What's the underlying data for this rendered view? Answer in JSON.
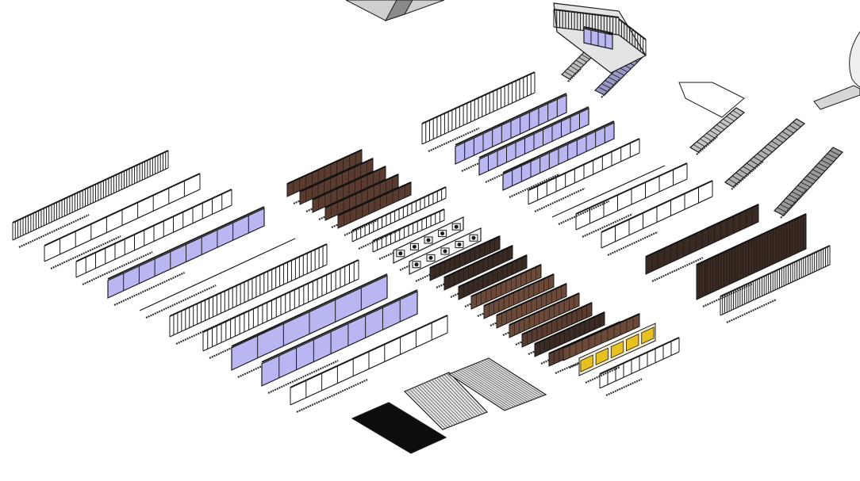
{
  "viewport": {
    "background": "#ffffff",
    "view": "3D isometric"
  },
  "palette": {
    "line": "#1a1a1a",
    "glass": "#b9b6f2",
    "dark_panel": "#3a2a24",
    "brick": "#5a3b30",
    "wood": "#6b4a3a",
    "yellow_panel": "#e8c020",
    "mass_top": "#cfcfcf",
    "mass_side": "#8a8a8a"
  },
  "families": [
    {
      "name": "railing-horizontal-bars",
      "kind": "railing"
    },
    {
      "name": "railing-pipe",
      "kind": "railing"
    },
    {
      "name": "railing-x-brace",
      "kind": "railing"
    },
    {
      "name": "railing-glass-panel",
      "kind": "glass"
    },
    {
      "name": "railing-handrail-only",
      "kind": "line"
    },
    {
      "name": "railing-balusters-tall",
      "kind": "railing"
    },
    {
      "name": "railing-balusters-dark",
      "kind": "railing"
    },
    {
      "name": "railing-glass-frameless",
      "kind": "glass"
    },
    {
      "name": "railing-glass-top-rail",
      "kind": "glass"
    },
    {
      "name": "railing-pipe-posts",
      "kind": "railing"
    },
    {
      "name": "railing-brick-wall",
      "kind": "brick"
    },
    {
      "name": "railing-ornamental-panel",
      "kind": "ornament"
    },
    {
      "name": "railing-timber-solid",
      "kind": "wood"
    },
    {
      "name": "railing-yellow-panel",
      "kind": "yellow"
    },
    {
      "name": "railing-steel-mesh",
      "kind": "railing"
    },
    {
      "name": "railing-balustrade-classic",
      "kind": "railing"
    },
    {
      "name": "railing-glass-stair",
      "kind": "glass"
    },
    {
      "name": "railing-wall-mounted",
      "kind": "line"
    },
    {
      "name": "railing-cable",
      "kind": "railing"
    },
    {
      "name": "railing-perforated",
      "kind": "dark"
    },
    {
      "name": "floor-grating",
      "kind": "grating"
    },
    {
      "name": "stair-straight",
      "kind": "stair"
    },
    {
      "name": "stair-u-shaped",
      "kind": "stair"
    }
  ]
}
